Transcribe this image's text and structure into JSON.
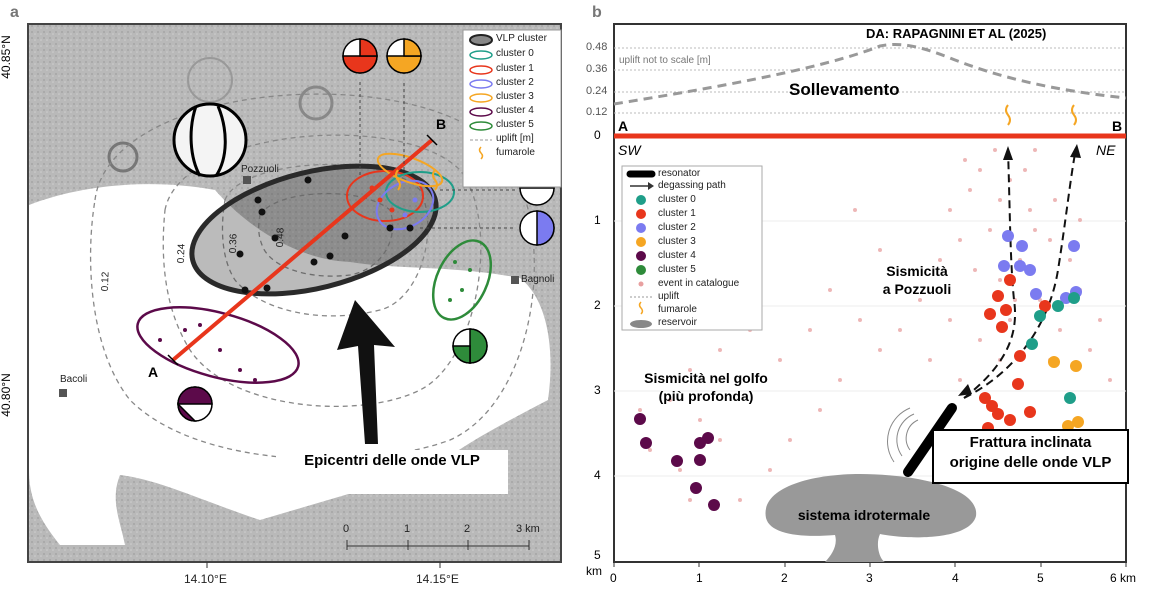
{
  "panel_a": {
    "label": "a",
    "lat_labels": [
      "40.85°N",
      "40.80°N"
    ],
    "lon_labels": [
      "14.10°E",
      "14.15°E"
    ],
    "places": [
      "Pozzuoli",
      "Bagnoli",
      "Bacoli"
    ],
    "contour_labels": [
      "0.12",
      "0.24",
      "0.36",
      "0.48"
    ],
    "section_ends": [
      "A",
      "B"
    ],
    "scalebar": {
      "ticks": [
        "0",
        "1",
        "2",
        "3 km"
      ]
    },
    "legend": [
      {
        "label": "VLP cluster",
        "color": "#555555",
        "style": "ellipse-fill"
      },
      {
        "label": "cluster 0",
        "color": "#1f9e89",
        "style": "ellipse"
      },
      {
        "label": "cluster 1",
        "color": "#e8361c",
        "style": "ellipse"
      },
      {
        "label": "cluster 2",
        "color": "#7b7bf0",
        "style": "ellipse"
      },
      {
        "label": "cluster 3",
        "color": "#f5a623",
        "style": "ellipse"
      },
      {
        "label": "cluster 4",
        "color": "#5c0a4a",
        "style": "ellipse"
      },
      {
        "label": "cluster 5",
        "color": "#2e8b3a",
        "style": "ellipse"
      },
      {
        "label": "uplift [m]",
        "color": "#999999",
        "style": "dashed"
      },
      {
        "label": "fumarole",
        "color": "#f5a623",
        "style": "squiggle"
      }
    ],
    "annotation": "Epicentri delle onde VLP"
  },
  "panel_b": {
    "label": "b",
    "source_note": "DA: RAPAGNINI ET AL (2025)",
    "uplift_note": "uplift not to scale [m]",
    "uplift_ticks": [
      "0.48",
      "0.36",
      "0.24",
      "0.12",
      "0"
    ],
    "uplift_title": "Sollevamento",
    "section_ends": [
      "A",
      "B"
    ],
    "directions": [
      "SW",
      "NE"
    ],
    "x_ticks": [
      "0",
      "1",
      "2",
      "3",
      "4",
      "5",
      "6 km"
    ],
    "y_ticks": [
      "1",
      "2",
      "3",
      "4",
      "5"
    ],
    "y_unit": "km",
    "legend": [
      {
        "label": "resonator",
        "color": "#000000"
      },
      {
        "label": "degassing path",
        "color": "#333333"
      },
      {
        "label": "cluster 0",
        "color": "#1f9e89"
      },
      {
        "label": "cluster 1",
        "color": "#e8361c"
      },
      {
        "label": "cluster 2",
        "color": "#7b7bf0"
      },
      {
        "label": "cluster 3",
        "color": "#f5a623"
      },
      {
        "label": "cluster 4",
        "color": "#5c0a4a"
      },
      {
        "label": "cluster 5",
        "color": "#2e8b3a"
      },
      {
        "label": "event in catalogue",
        "color": "#e8a0a0"
      },
      {
        "label": "uplift",
        "color": "#999999"
      },
      {
        "label": "fumarole",
        "color": "#f5a623"
      },
      {
        "label": "reservoir",
        "color": "#888888"
      }
    ],
    "annotations": {
      "pozzuoli_l1": "Sismicità",
      "pozzuoli_l2": "a Pozzuoli",
      "golfo_l1": "Sismicità nel golfo",
      "golfo_l2": "(più profonda)",
      "fracture_l1": "Frattura inclinata",
      "fracture_l2": "origine delle onde VLP",
      "reservoir": "sistema idrotermale"
    }
  }
}
